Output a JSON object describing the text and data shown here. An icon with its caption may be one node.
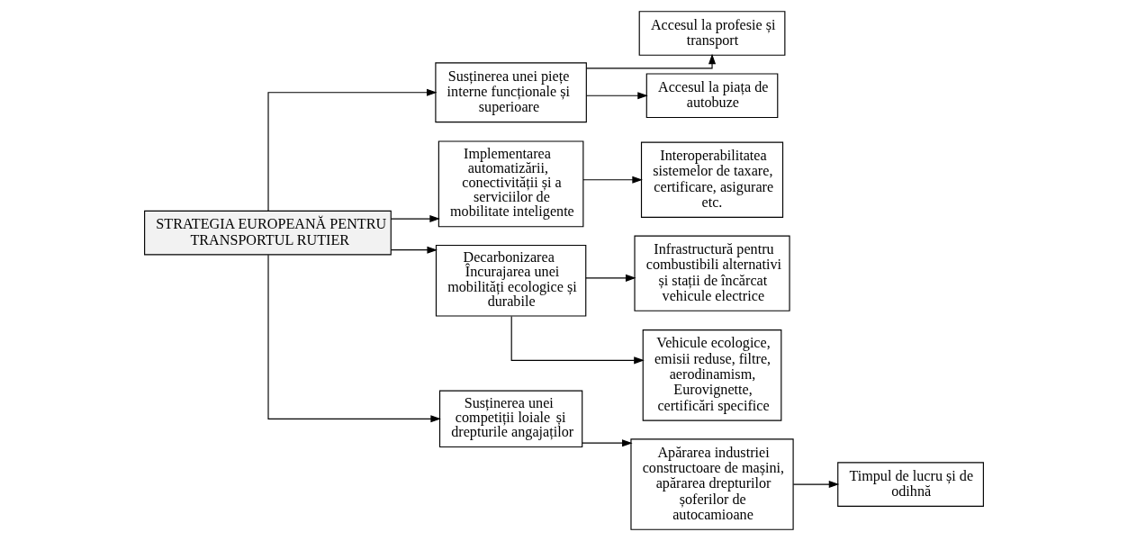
{
  "diagram": {
    "nodes": [
      {
        "text": [
          "STRATEGIA EUROPEANĂ PENTRU TRANSPORTUL RUTIER"
        ]
      },
      {
        "text": [
          "**Susținerea unei piețe interne funcționale și superioare**"
        ]
      },
      {
        "text": [
          "**Implementarea automatizării,**",
          "conectivității și a serviciilor de mobilitate inteligente"
        ]
      },
      {
        "text": [
          "Interoperabilitatea sistemelor de taxare, certificare, asigurare etc."
        ]
      },
      {
        "text": [
          "Accesul la profesie și transport"
        ]
      },
      {
        "text": [
          "Accesul la piața de autobuze"
        ]
      },
      {
        "text": [
          "Infrastructură pentru combustibili alternativi și stații de încărcat vehicule electrice"
        ]
      },
      {
        "text": [
          "Vehicule ecologice, emisii reduse, filtre, aerodinamism, Eurovignette, certificări specifice"
        ]
      },
      {
        "text": [
          "Timpul de lucru și de odihnă"
        ]
      },
      {
        "text": [
          "**Decarbonizarea**",
          "Încurajarea unei mobilități ecologice și durabile"
        ]
      },
      {
        "text": [
          "**Susținerea unei competiții loiale** și drepturile angajaților"
        ]
      },
      {
        "text": [
          "Apărarea industriei constructoare de mașini, apărarea drepturilor șoferilor de autocamioane"
        ]
      }
    ],
    "edges": [
      {
        "from": 0,
        "to": 1,
        "arrow": "to"
      },
      {
        "from": 0,
        "to": 2,
        "arrow": "to"
      },
      {
        "from": 0,
        "to": 9,
        "arrow": "to"
      },
      {
        "from": 0,
        "to": 10,
        "arrow": "to"
      },
      {
        "from": 1,
        "to": 4,
        "arrow": "to"
      },
      {
        "from": 1,
        "to": 5,
        "arrow": "to"
      },
      {
        "from": 2,
        "to": 3,
        "arrow": "to"
      },
      {
        "from": 9,
        "to": 6,
        "arrow": "to"
      },
      {
        "from": 9,
        "to": 7,
        "arrow": "to"
      },
      {
        "from": 10,
        "to": 11,
        "arrow": "to"
      },
      {
        "from": 11,
        "to": 8,
        "arrow": "to"
      }
    ]
  }
}
